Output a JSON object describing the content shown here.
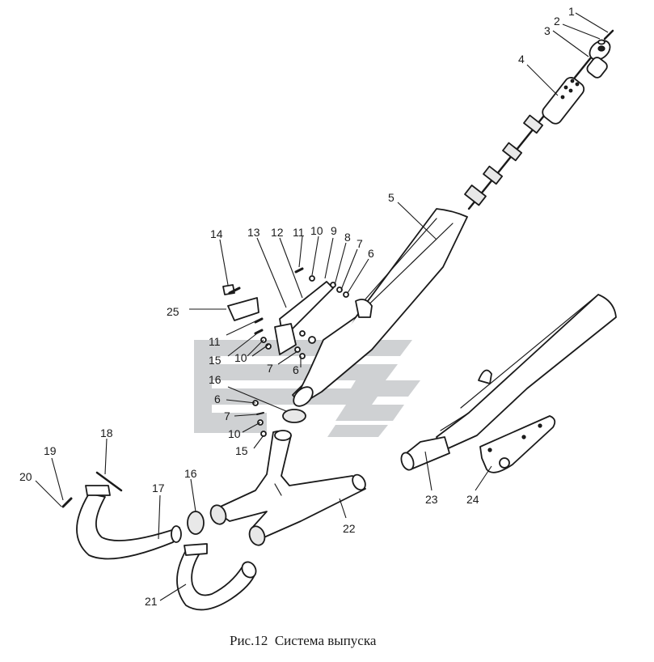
{
  "figure": {
    "caption": "Рис.12  Система выпуска"
  },
  "callouts": [
    "1",
    "2",
    "3",
    "4",
    "5",
    "6",
    "7",
    "8",
    "9",
    "10",
    "11",
    "12",
    "13",
    "14",
    "25",
    "11",
    "15",
    "10",
    "7",
    "6",
    "16",
    "6",
    "7",
    "10",
    "15",
    "16",
    "17",
    "18",
    "19",
    "20",
    "21",
    "22",
    "23",
    "24"
  ],
  "colors": {
    "line": "#1a1a1a",
    "watermark": "#cfd1d3",
    "background": "#ffffff"
  }
}
